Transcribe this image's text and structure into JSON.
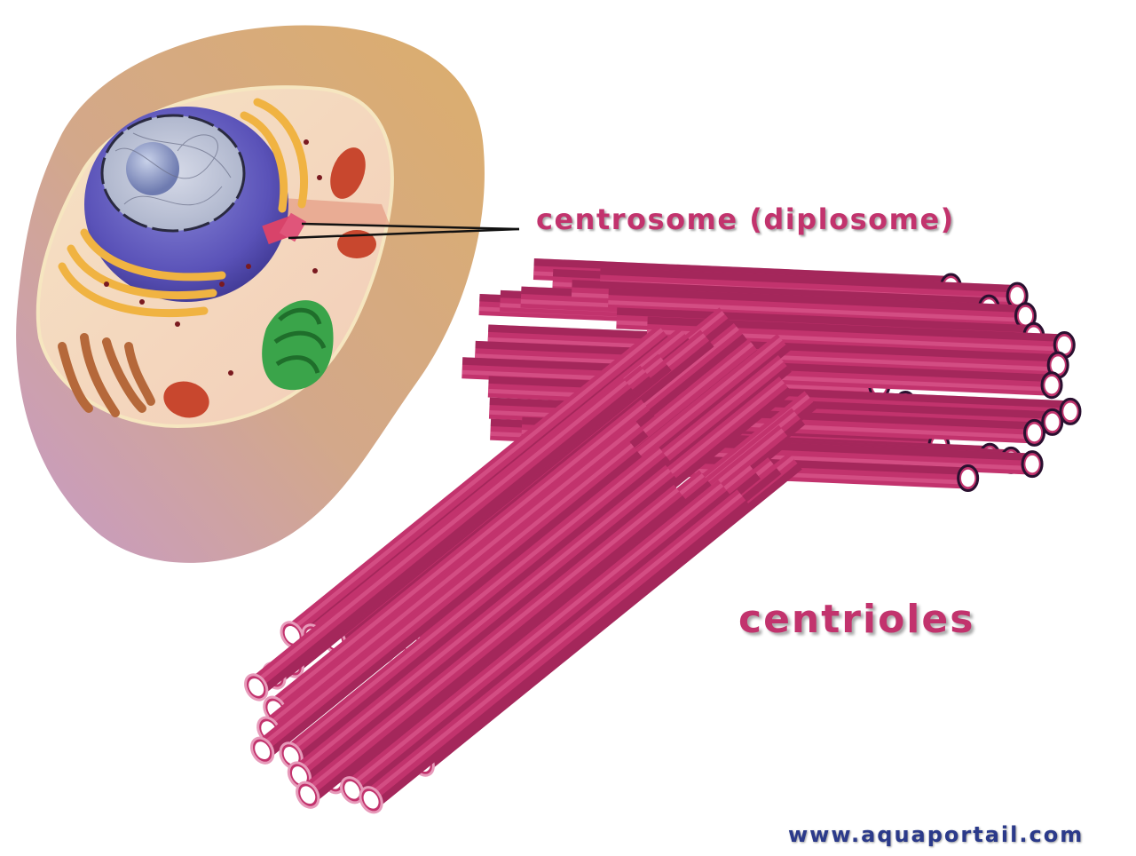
{
  "labels": {
    "centrosome": "centrosome (diplosome)",
    "centrioles": "centrioles",
    "watermark": "www.aquaportail.com"
  },
  "colors": {
    "label_text": "#c2336d",
    "watermark_text": "#2b3a8a",
    "tube_fill": "#c2336d",
    "tube_shadow": "#8d1e4c",
    "tube_highlight": "#de5f93",
    "tube_end_fill": "#ffffff",
    "tube_end_stroke_front": "#e79aba",
    "tube_end_stroke_back": "#2a1030",
    "cell_cytoplasm": "#d8a86e",
    "nucleus": "#5a52b8",
    "golgi": "#f0b342",
    "mitochondria": "#c8472e",
    "chloroplast_like": "#3aa44a"
  },
  "icons": {
    "cell": "animal-cell-cutaway-illustration",
    "centriole_a": "centriole-barrel-icon",
    "centriole_b": "centriole-barrel-icon"
  }
}
